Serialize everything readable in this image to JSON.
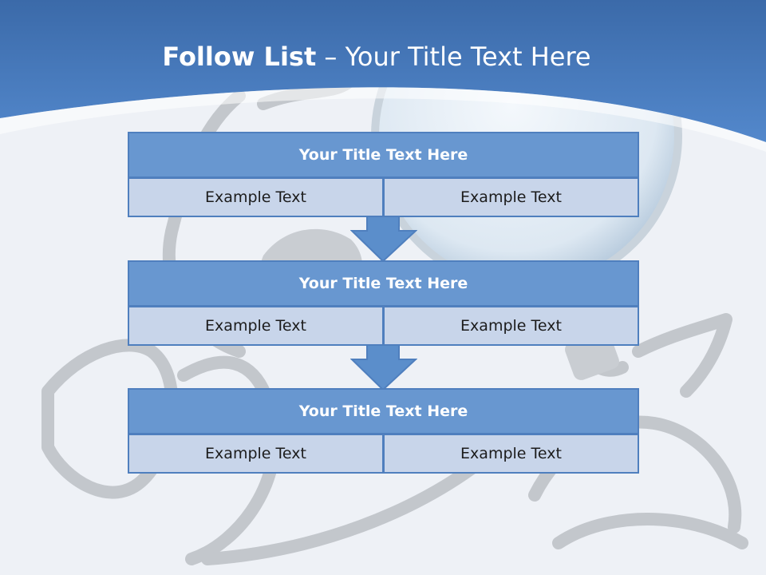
{
  "title": {
    "bold": "Follow List",
    "rest": "– Your Title Text Here"
  },
  "blocks": [
    {
      "title": "Your Title Text Here",
      "left": "Example Text",
      "right": "Example Text"
    },
    {
      "title": "Your Title Text Here",
      "left": "Example Text",
      "right": "Example Text"
    },
    {
      "title": "Your Title Text Here",
      "left": "Example Text",
      "right": "Example Text"
    }
  ],
  "colors": {
    "header_blue": "#4a7fc4",
    "block_title": "#6897d0",
    "cell_fill": "#c8d5ea",
    "border": "#4f7fbe",
    "arrow": "#5b8ecb"
  },
  "icons": {
    "background": "magnifying-glass-hand-illustration"
  }
}
